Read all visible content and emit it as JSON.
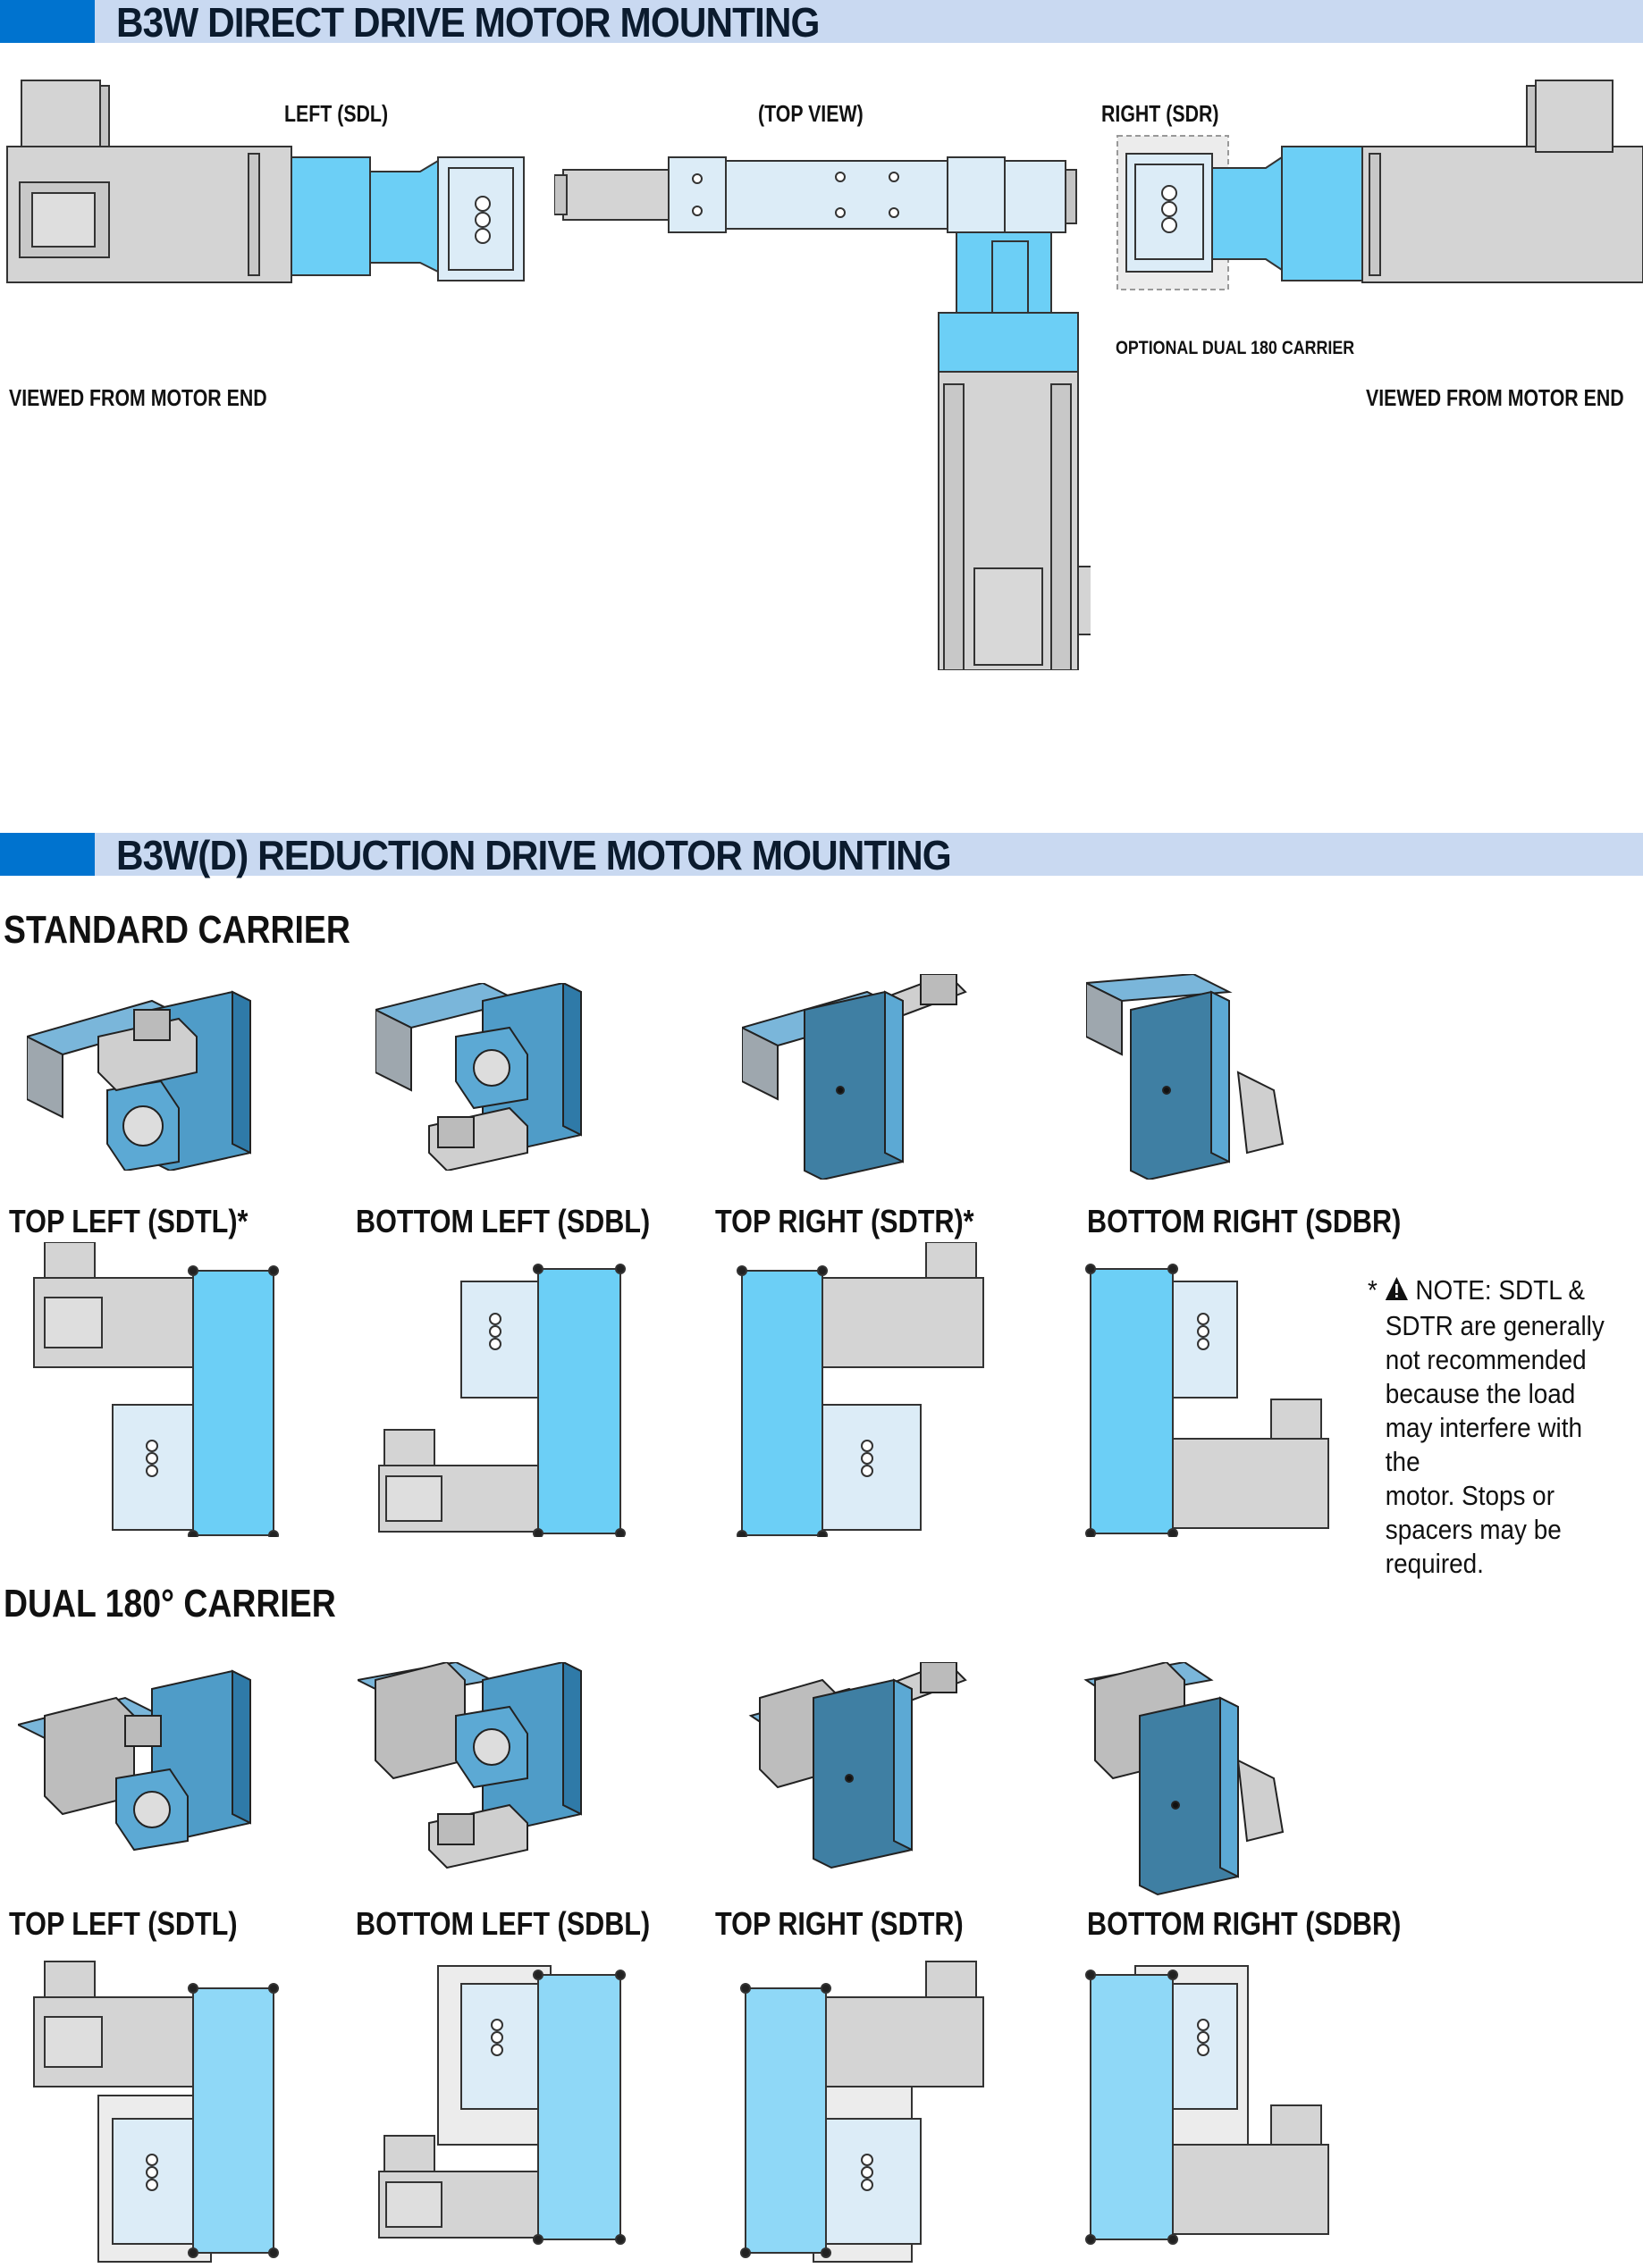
{
  "direct": {
    "title": "B3W DIRECT DRIVE MOTOR MOUNTING",
    "left_label": "LEFT (SDL)",
    "top_view_label": "(TOP VIEW)",
    "right_label": "RIGHT (SDR)",
    "viewed_left": "VIEWED FROM MOTOR END",
    "viewed_right": "VIEWED FROM MOTOR END",
    "optional_label": "OPTIONAL DUAL 180 CARRIER"
  },
  "reduction": {
    "title": "B3W(D) REDUCTION DRIVE MOTOR MOUNTING",
    "standard_heading": "STANDARD CARRIER",
    "standard_labels": [
      "TOP LEFT (SDTL)*",
      "BOTTOM LEFT (SDBL)",
      "TOP RIGHT (SDTR)*",
      "BOTTOM RIGHT (SDBR)"
    ],
    "dual_heading": "DUAL 180° CARRIER",
    "dual_labels": [
      "TOP LEFT (SDTL)",
      "BOTTOM LEFT (SDBL)",
      "TOP RIGHT (SDTR)",
      "BOTTOM RIGHT (SDBR)"
    ],
    "note": {
      "asterisk": "*",
      "text_line1": "NOTE: SDTL &",
      "text_rest": [
        "SDTR are generally",
        "not recommended",
        "because the load",
        "may interfere with the",
        "motor. Stops or",
        "spacers may be",
        "required."
      ]
    }
  },
  "colors": {
    "accent_blue": "#0073cf",
    "banner": "#c9d9f1",
    "part_blue": "#6ccff6",
    "gray": "#d4d4d4",
    "iso_blue": "#3f97c6"
  },
  "icons": {
    "warning": "warning-triangle-icon"
  }
}
